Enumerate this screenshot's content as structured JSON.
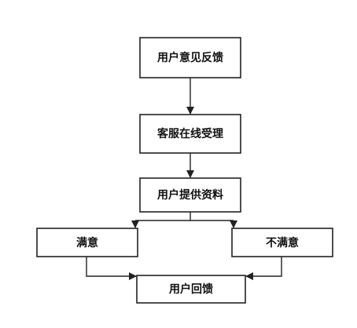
{
  "diagram": {
    "type": "flowchart",
    "nodes": {
      "feedback": "用户意见反馈",
      "service": "客服在线受理",
      "provide_info": "用户提供资料",
      "satisfied": "满意",
      "unsatisfied": "不满意",
      "return_visit": "用户回馈"
    },
    "edges": [
      {
        "from": "feedback",
        "to": "service"
      },
      {
        "from": "service",
        "to": "provide_info"
      },
      {
        "from": "provide_info",
        "to": "satisfied"
      },
      {
        "from": "provide_info",
        "to": "unsatisfied"
      },
      {
        "from": "satisfied",
        "to": "return_visit"
      },
      {
        "from": "unsatisfied",
        "to": "return_visit"
      }
    ]
  }
}
